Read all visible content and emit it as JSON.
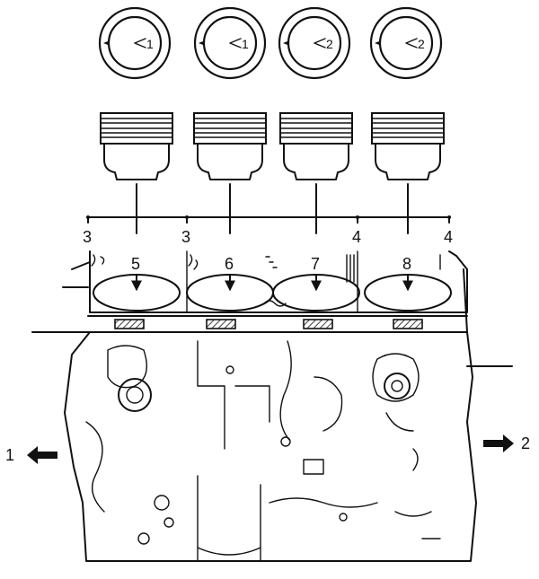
{
  "diagram": {
    "piston_top_marks": [
      {
        "mark": "1"
      },
      {
        "mark": "1"
      },
      {
        "mark": "2"
      },
      {
        "mark": "2"
      }
    ],
    "bank_labels": [
      "3",
      "3",
      "4",
      "4"
    ],
    "cylinder_labels": [
      "5",
      "6",
      "7",
      "8"
    ],
    "callouts": {
      "left": "1",
      "right": "2"
    }
  }
}
